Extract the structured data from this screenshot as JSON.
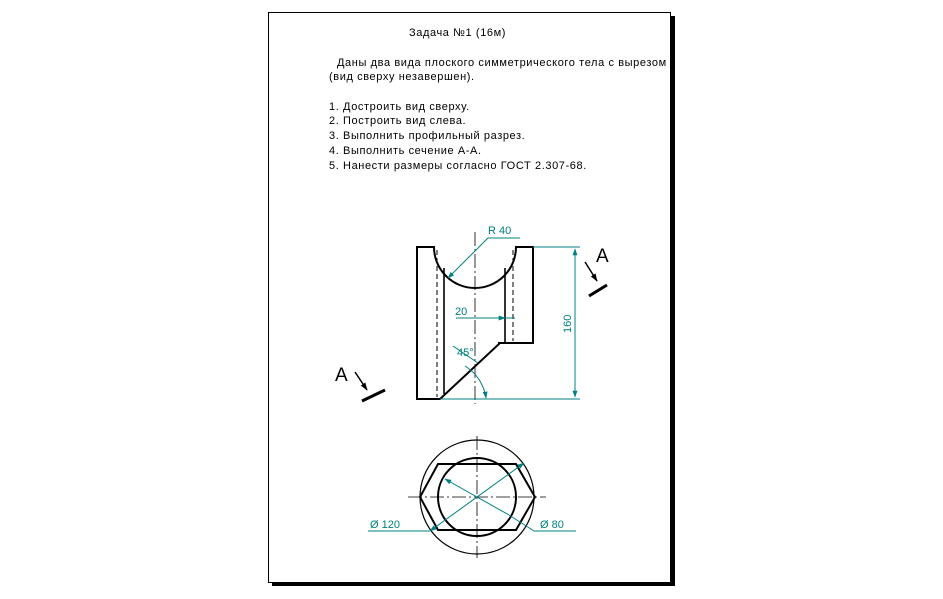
{
  "document": {
    "title": "Задача №1 (16м)",
    "intro_line1": "Даны два вида плоского симметрического тела с вырезом",
    "intro_line2": "(вид сверху незавершен).",
    "tasks": [
      "1. Достроить вид сверху.",
      "2. Построить вид слева.",
      "3. Выполнить профильный разрез.",
      "4. Выполнить сечение А-А.",
      "5. Нанести размеры согласно ГОСТ 2.307-68."
    ]
  },
  "front_view": {
    "radius_label": "R 40",
    "width_label": "20",
    "angle_label": "45°",
    "height_label": "160",
    "section_mark_right": "A",
    "section_mark_left": "A"
  },
  "top_view": {
    "outer_diameter_label": "Ø 120",
    "inner_diameter_label": "Ø 80"
  },
  "colors": {
    "outline": "#000000",
    "dimension": "#008080",
    "paper": "#ffffff"
  }
}
